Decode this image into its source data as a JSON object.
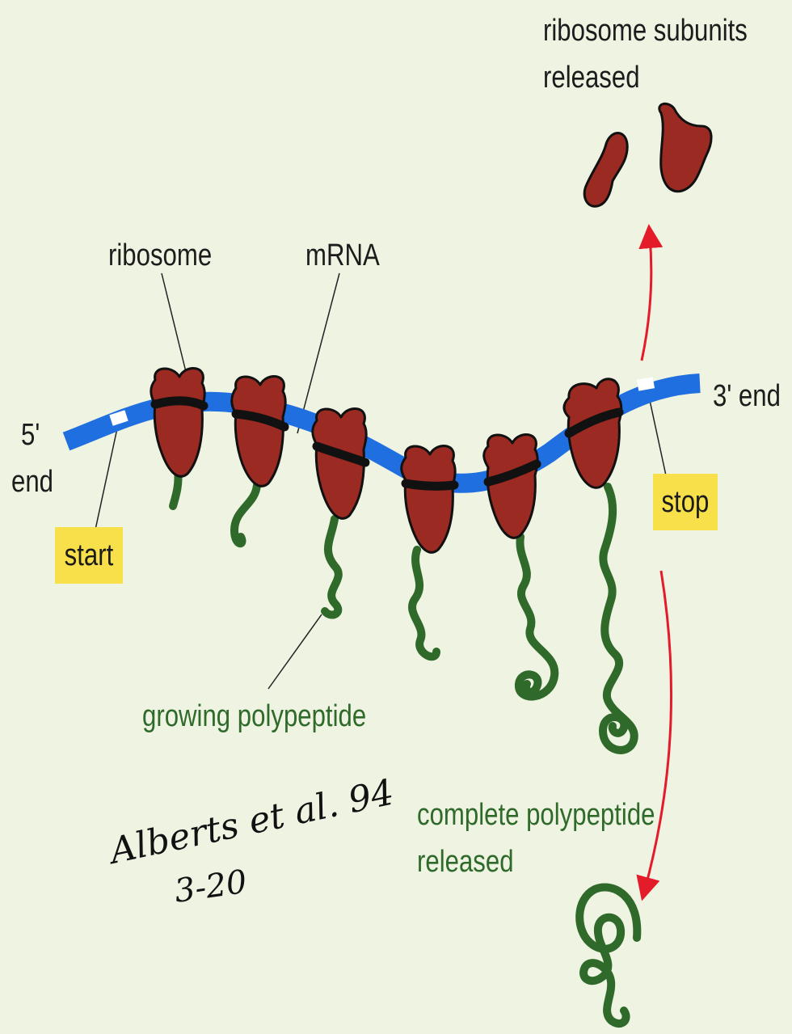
{
  "labels": {
    "ribosome_subunits": "ribosome subunits",
    "released_top": "released",
    "ribosome": "ribosome",
    "mrna": "mRNA",
    "five_prime": "5'",
    "end_left": "end",
    "three_prime_end": "3' end",
    "start": "start",
    "stop": "stop",
    "growing_polypeptide": "growing polypeptide",
    "complete_polypeptide": "complete polypeptide",
    "released_bottom": "released"
  },
  "handwriting": {
    "citation": "Alberts et al. 94",
    "figure": "3-20"
  },
  "colors": {
    "background": "#eef3e2",
    "mrna": "#1f6fe0",
    "ribosome": "#9a2a22",
    "polypeptide": "#2f6a2a",
    "arrow": "#e41c2a",
    "tag": "#f7e04a"
  }
}
